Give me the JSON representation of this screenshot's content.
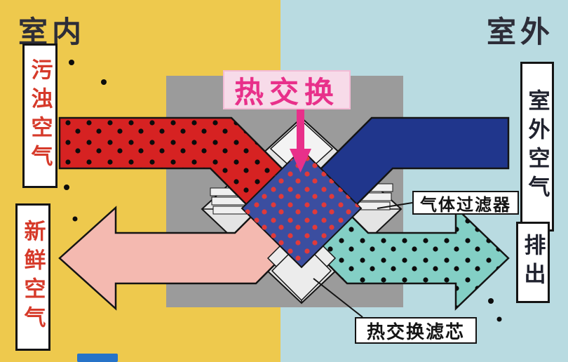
{
  "scene": {
    "indoor": "室内",
    "outdoor": "室外",
    "heat_exchange": "热交换",
    "dirty_air": "污浊空气",
    "fresh_air": "新鲜空气",
    "outdoor_air": "室外空气",
    "exhaust": "排出",
    "gas_filter": "气体过滤器",
    "heat_exchange_core": "热交换滤芯"
  },
  "colors": {
    "indoor_bg": "#eec94d",
    "outdoor_bg": "#b9dbe1",
    "unit_box": "#9b9b9b",
    "cube_face": "#e4e4e4",
    "cube_face_light": "#f3f3f3",
    "dirty_air_arrow": "#d62222",
    "outdoor_air_arrow": "#20368c",
    "fresh_air_arrow": "#f4b9b0",
    "exhaust_arrow": "#83cfc5",
    "core_fill": "#3b4ea0",
    "core_dots": "#e03a3a",
    "accent_magenta": "#e8308a",
    "label_red_text": "#d63a2a",
    "label_dark_text": "#20222e",
    "outline": "#141414"
  }
}
